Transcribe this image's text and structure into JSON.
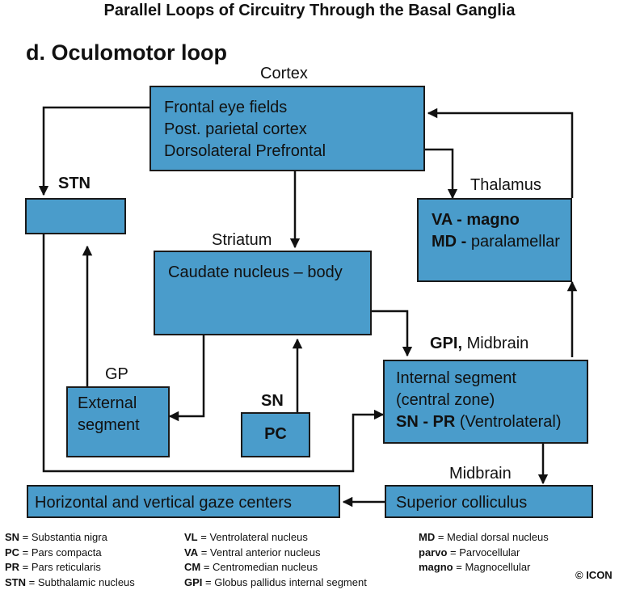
{
  "title": "Parallel Loops of Circuitry Through the Basal Ganglia",
  "subtitle": "d. Oculomotor loop",
  "labels": {
    "cortex": "Cortex",
    "stn": "STN",
    "thalamus": "Thalamus",
    "striatum": "Striatum",
    "gp": "GP",
    "sn": "SN",
    "gpi_bold": "GPI,",
    "gpi_rest": " Midbrain",
    "midbrain": "Midbrain"
  },
  "boxes": {
    "cortex": [
      "Frontal eye fields",
      "Post. parietal cortex",
      "Dorsolateral Prefrontal"
    ],
    "thalamus": {
      "l1_bold": "VA - magno",
      "l2_bold": "MD -",
      "l2_rest": " paralamellar"
    },
    "caudate": "Caudate nucleus – body",
    "external": [
      "External",
      "segment"
    ],
    "pc": "PC",
    "internal": {
      "l1": "Internal segment",
      "l2": "(central zone)",
      "l3_bold": "SN - PR",
      "l3_rest": " (Ventrolateral)"
    },
    "superior": "Superior colliculus",
    "gaze": "Horizontal and vertical gaze centers"
  },
  "legend": {
    "col1": [
      {
        "k": "SN",
        "v": " = Substantia nigra"
      },
      {
        "k": "PC",
        "v": " = Pars compacta"
      },
      {
        "k": "PR",
        "v": " = Pars reticularis"
      },
      {
        "k": "STN",
        "v": " = Subthalamic nucleus"
      }
    ],
    "col2": [
      {
        "k": "VL",
        "v": " = Ventrolateral nucleus"
      },
      {
        "k": "VA",
        "v": " = Ventral anterior nucleus"
      },
      {
        "k": "CM",
        "v": " = Centromedian nucleus"
      },
      {
        "k": "GPI",
        "v": " = Globus pallidus internal segment"
      }
    ],
    "col3": [
      {
        "k": "MD",
        "v": " = Medial dorsal nucleus"
      },
      {
        "k": "parvo",
        "v": " = Parvocellular"
      },
      {
        "k": "magno",
        "v": " = Magnocellular"
      }
    ]
  },
  "copyright": "© ICON",
  "colors": {
    "box_fill": "#4a9ccb",
    "line": "#111111"
  }
}
